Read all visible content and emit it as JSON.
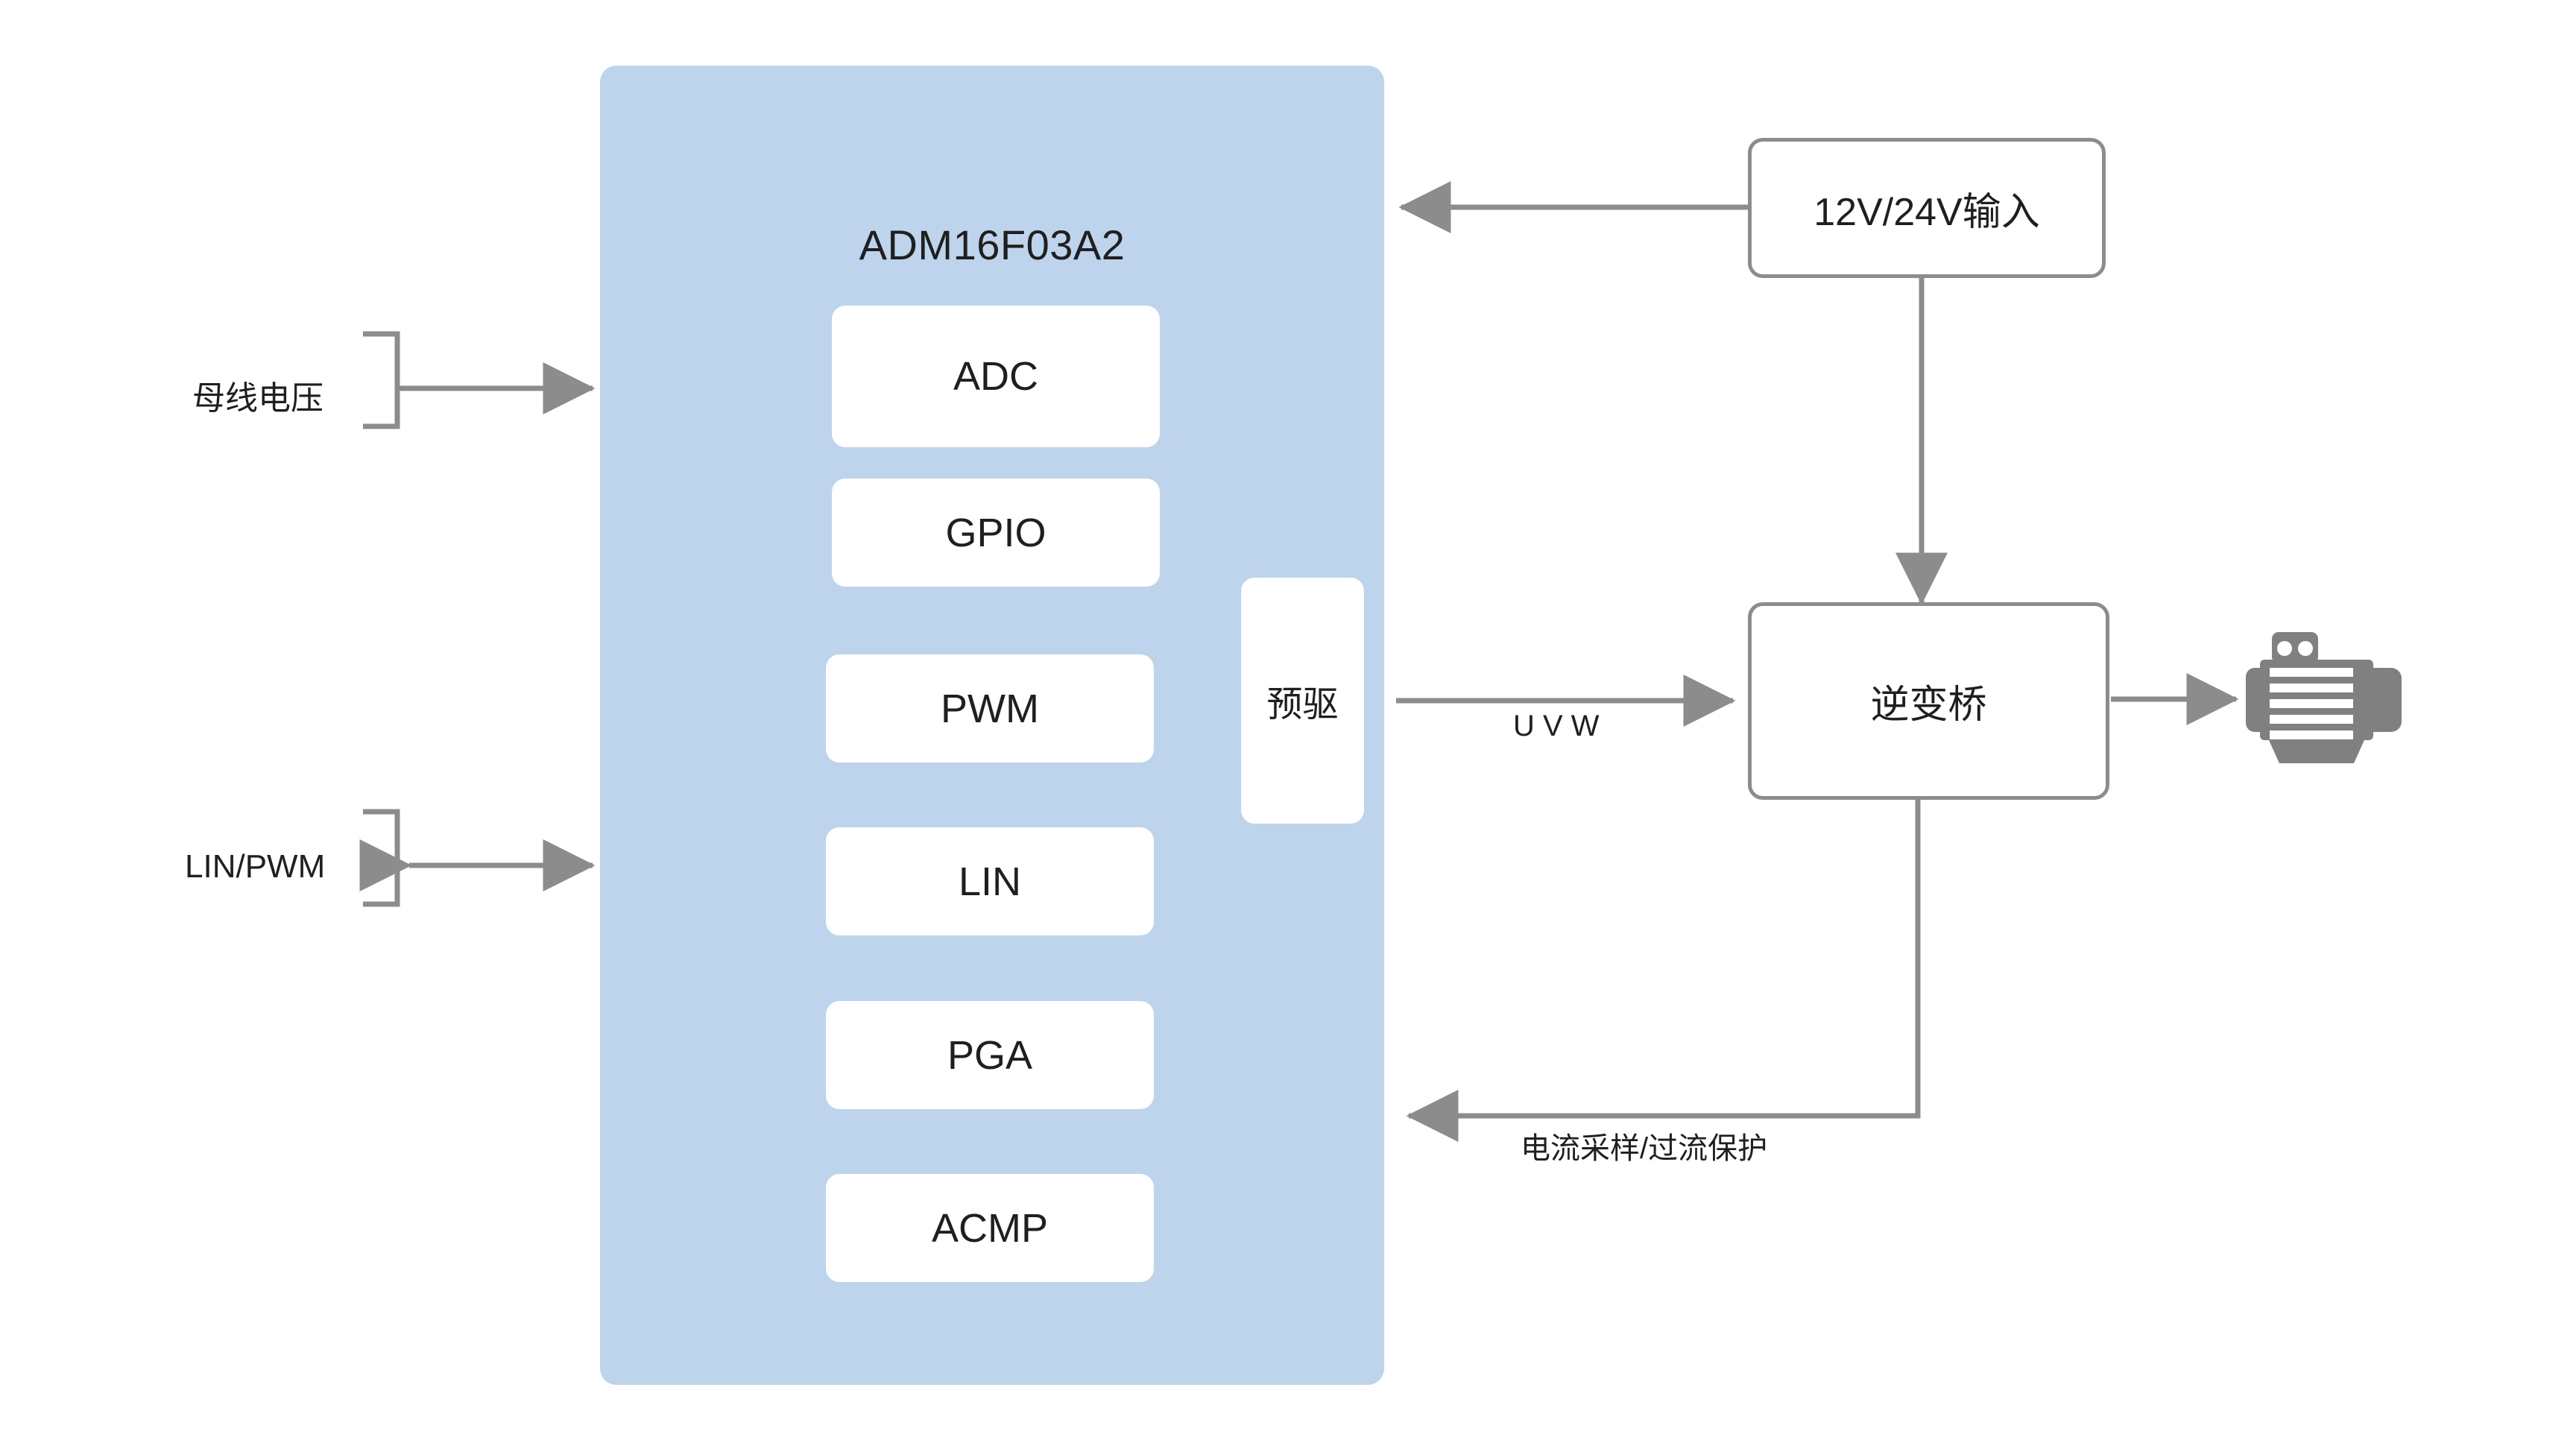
{
  "diagram": {
    "title": "ADM16F03A2 Motor Control Block Diagram",
    "colors": {
      "chip_fill": "#bdd4ec",
      "block_fill": "#ffffff",
      "wire": "#8c8c8c",
      "text": "#1f1f1f",
      "motor": "#808080",
      "background": "#ffffff"
    }
  },
  "chip": {
    "label": "ADM16F03A2",
    "peripherals": [
      {
        "label": "ADC"
      },
      {
        "label": "GPIO"
      },
      {
        "label": "PWM"
      },
      {
        "label": "LIN"
      },
      {
        "label": "PGA"
      },
      {
        "label": "ACMP"
      }
    ],
    "predriver": {
      "label": "预驱"
    }
  },
  "external_blocks": [
    {
      "label": "12V/24V输入",
      "name": "power-input-box"
    },
    {
      "label": "逆变桥",
      "name": "inverter-bridge-box"
    }
  ],
  "inputs": [
    {
      "label": "母线电压",
      "name": "bus-voltage-input"
    },
    {
      "label": "LIN/PWM",
      "name": "lin-pwm-io"
    }
  ],
  "connection_labels": [
    {
      "label": "U V W",
      "name": "uvw-phase-label"
    },
    {
      "label": "电流采样/过流保护",
      "name": "current-sense-protection-label"
    }
  ],
  "load": {
    "label": "motor-icon"
  }
}
